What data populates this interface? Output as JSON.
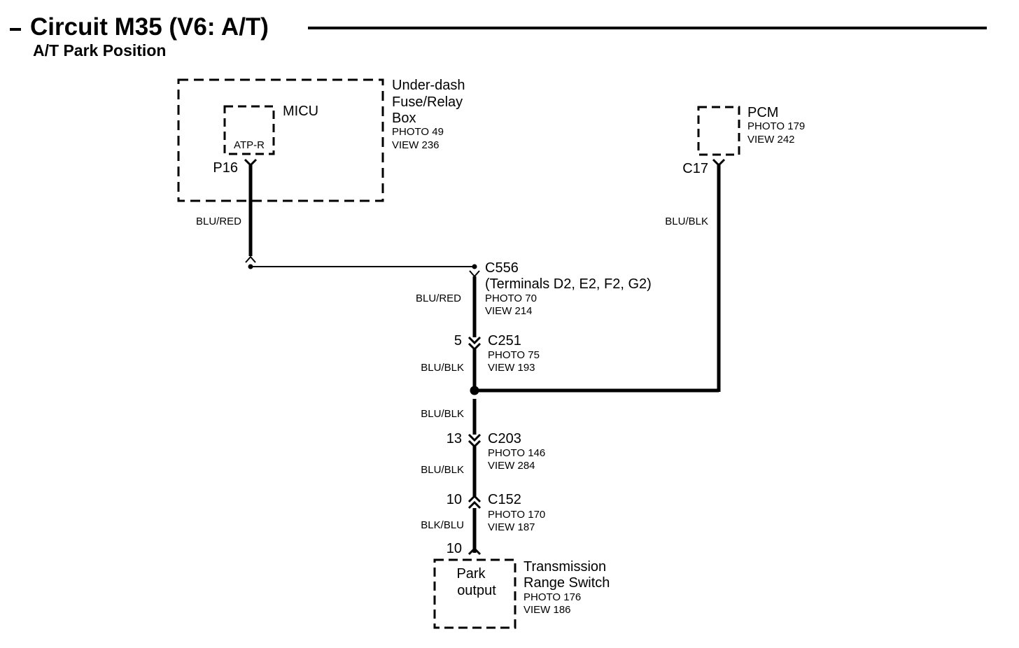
{
  "header": {
    "title": "Circuit M35 (V6: A/T)",
    "subtitle": "A/T Park Position"
  },
  "components": {
    "fuse_box": {
      "name_lines": [
        "Under-dash",
        "Fuse/Relay",
        "Box"
      ],
      "photo": "PHOTO 49",
      "view": "VIEW 236"
    },
    "micu": {
      "name": "MICU",
      "terminal_label": "ATP-R",
      "pin": "P16"
    },
    "pcm": {
      "name": "PCM",
      "photo": "PHOTO 179",
      "view": "VIEW 242",
      "pin": "C17"
    },
    "trs": {
      "name_lines": [
        "Transmission",
        "Range Switch"
      ],
      "photo": "PHOTO 176",
      "view": "VIEW 186",
      "inner_lines": [
        "Park",
        "output"
      ],
      "pin": "10"
    }
  },
  "connectors": {
    "c556": {
      "name": "C556",
      "detail": "(Terminals D2, E2, F2, G2)",
      "photo": "PHOTO 70",
      "view": "VIEW 214"
    },
    "c251": {
      "name": "C251",
      "pin": "5",
      "photo": "PHOTO 75",
      "view": "VIEW 193"
    },
    "c203": {
      "name": "C203",
      "pin": "13",
      "photo": "PHOTO 146",
      "view": "VIEW 284"
    },
    "c152": {
      "name": "C152",
      "pin": "10",
      "photo": "PHOTO 170",
      "view": "VIEW 187"
    }
  },
  "wires": {
    "micu_to_c556": "BLU/RED",
    "pcm_to_splice": "BLU/BLK",
    "c556_to_c251": "BLU/RED",
    "c251_to_splice": "BLU/BLK",
    "splice_to_c203": "BLU/BLK",
    "c203_to_c152": "BLU/BLK",
    "c152_to_trs": "BLK/BLU"
  }
}
